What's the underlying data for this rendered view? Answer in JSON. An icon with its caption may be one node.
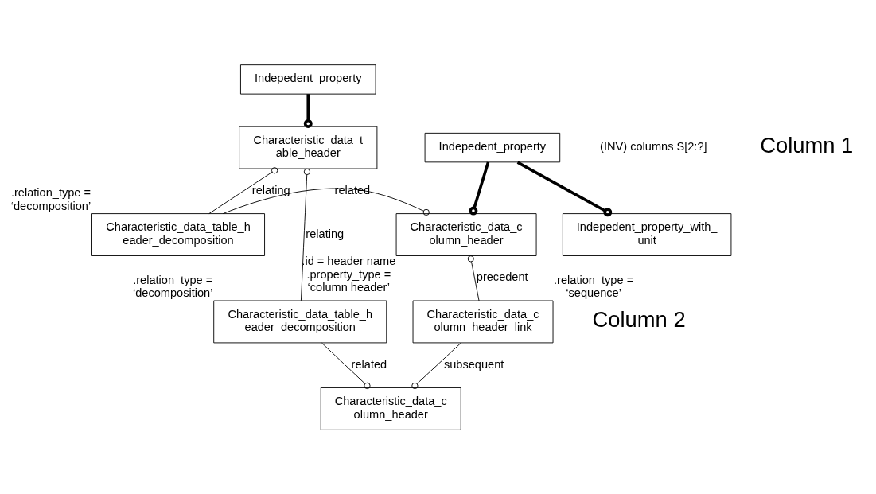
{
  "diagram": {
    "nodes": [
      {
        "text": [
          "Indepedent_property"
        ]
      },
      {
        "text": [
          "Characteristic_data_t able_header"
        ]
      },
      {
        "text": [
          "Characteristic_data_table_h eader_decomposition"
        ],
        "beside": [
          ".relation_type = ‘decomposition’"
        ]
      },
      {
        "text": [
          "Indepedent_property"
        ]
      },
      {
        "text": [
          "Characteristic_data_c olumn_header"
        ],
        "beside": [
          ".id = header name .property_type = ‘column header’"
        ]
      },
      {
        "text": [
          "Indepedent_property_with_ unit"
        ]
      },
      {
        "text": [
          "Characteristic_data_table_h eader_decomposition"
        ],
        "beside": [
          ".relation_type = ‘decomposition’"
        ]
      },
      {
        "text": [
          "Characteristic_data_c olumn_header_link"
        ],
        "beside": [
          ".relation_type = ‘sequence’"
        ]
      },
      {
        "text": [
          "Characteristic_data_c olumn_header"
        ]
      }
    ],
    "edges": [
      {
        "from": 0,
        "to": 1,
        "arrow": "other",
        "style": "thick"
      },
      {
        "from": 2,
        "to": 1,
        "arrow": "other",
        "label": "relating"
      },
      {
        "from": 6,
        "to": 1,
        "arrow": "other",
        "label": "relating"
      },
      {
        "from": 2,
        "to": 4,
        "arrow": "other",
        "label": "related"
      },
      {
        "from": 3,
        "to": 4,
        "arrow": "other",
        "style": "thick"
      },
      {
        "from": 3,
        "to": 5,
        "arrow": "other",
        "style": "thick"
      },
      {
        "from": 7,
        "to": 4,
        "arrow": "other",
        "label": "precedent"
      },
      {
        "from": 6,
        "to": 8,
        "arrow": "other",
        "label": "related"
      },
      {
        "from": 7,
        "to": 8,
        "arrow": "other",
        "label": "subsequent"
      }
    ],
    "labels": [
      "(INV) columns S[2:?]",
      "Column 1",
      "Column 2"
    ]
  }
}
